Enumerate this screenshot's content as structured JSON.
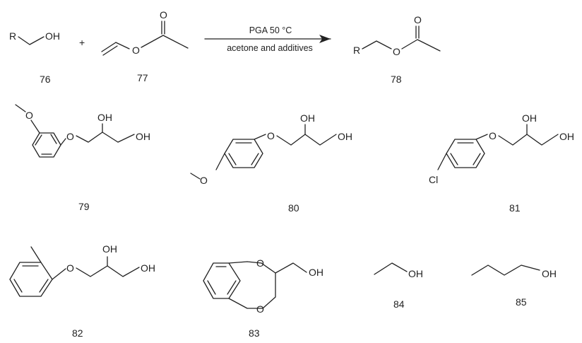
{
  "reaction": {
    "plus": "+",
    "condition_top": "PGA 50 °C",
    "condition_bottom": "acetone and additives"
  },
  "compounds": [
    {
      "id": "76",
      "atoms": [
        "R",
        "OH"
      ]
    },
    {
      "id": "77",
      "atoms": [
        "O",
        "O"
      ]
    },
    {
      "id": "78",
      "atoms": [
        "R",
        "O",
        "O"
      ]
    },
    {
      "id": "79",
      "atoms": [
        "O",
        "O",
        "OH",
        "OH"
      ]
    },
    {
      "id": "80",
      "atoms": [
        "O",
        "O",
        "OH",
        "OH"
      ]
    },
    {
      "id": "81",
      "atoms": [
        "Cl",
        "O",
        "OH",
        "OH"
      ]
    },
    {
      "id": "82",
      "atoms": [
        "O",
        "OH",
        "OH"
      ]
    },
    {
      "id": "83",
      "atoms": [
        "O",
        "O",
        "OH"
      ]
    },
    {
      "id": "84",
      "atoms": [
        "OH"
      ]
    },
    {
      "id": "85",
      "atoms": [
        "OH"
      ]
    }
  ]
}
